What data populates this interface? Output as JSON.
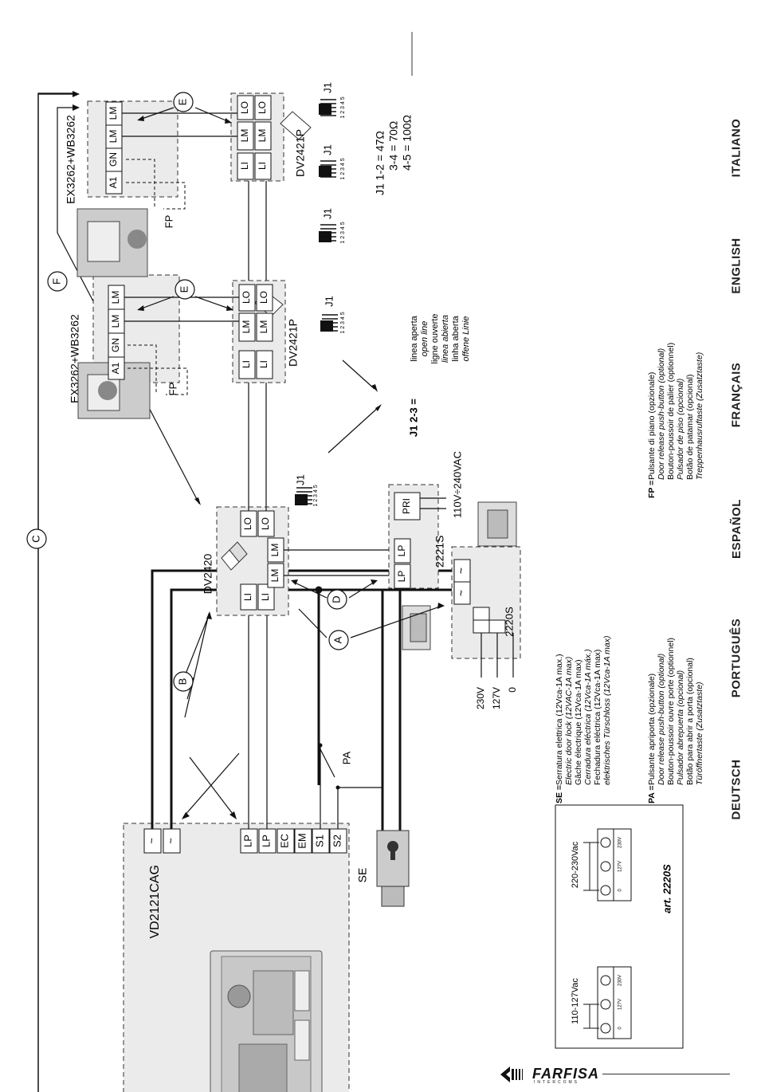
{
  "languages": [
    "ITALIANO",
    "ENGLISH",
    "FRANÇAIS",
    "ESPAÑOL",
    "PORTUGUÊS",
    "DEUTSCH"
  ],
  "devices": {
    "main_unit": "VD2121CAG",
    "distributor": "DV2420",
    "distributor_p1": "DV2421P",
    "distributor_p2": "DV2421P",
    "phone1": "EX3262+WB3262",
    "phone2": "EX3262+WB3262",
    "psu1": "2221S",
    "psu2": "2220S",
    "lock": "SE",
    "door_btn": "PA",
    "floor_btn1": "FP",
    "floor_btn2": "FP"
  },
  "terminals": {
    "main": [
      "~",
      "~",
      "LP",
      "LP",
      "EC",
      "EM",
      "S1",
      "S2"
    ],
    "dv2420_in": [
      "LI",
      "LI"
    ],
    "dv2420_out": [
      "LO",
      "LO"
    ],
    "dv2420_lm": [
      "LM",
      "LM"
    ],
    "dv2421_in": [
      "LI",
      "LI"
    ],
    "dv2421_lm": [
      "LM",
      "LM"
    ],
    "dv2421_out": [
      "LO",
      "LO"
    ],
    "phone": [
      "A1",
      "GN",
      "LM",
      "LM"
    ],
    "psu1_out": [
      "LP",
      "LP"
    ],
    "psu1_in": "PRI",
    "psu2_out": [
      "~",
      "~"
    ]
  },
  "letters": [
    "A",
    "B",
    "C",
    "D",
    "E",
    "F"
  ],
  "jumper": {
    "name": "J1",
    "pins": "1 2 3 4 5",
    "setting_23": "J1 2-3 = ",
    "open_line": [
      "linea aperta",
      "open line",
      "ligne ouverte",
      "linea abierta",
      "linha aberta",
      "offene Linie"
    ],
    "resistances": [
      "J1  1-2 = 47Ω",
      "3-4 = 70Ω",
      "4-5 = 100Ω"
    ]
  },
  "voltage": {
    "psu1_input": "110V÷240VAC",
    "psu2_taps": [
      "230V",
      "127V",
      "0"
    ]
  },
  "inset": {
    "label_low": "110-127Vac",
    "label_high": "220-230Vac",
    "taps": [
      "0",
      "127V",
      "230V"
    ],
    "caption": "art. 2220S"
  },
  "legend": {
    "SE": {
      "key": "SE = ",
      "lines": [
        "Serratura elettrica (12Vca-1A max.)",
        "Electric door lock (12VAC-1A max)",
        "Gâche électrique (12Vca-1A max)",
        "Cerradura eléctrica (12Vca-1A máx.)",
        "Fechadura eléctrica (12Vca-1A max)",
        "elektrisches Türschloss (12Vca-1A max)"
      ]
    },
    "PA": {
      "key": "PA = ",
      "lines": [
        "Pulsante apriporta (opzionale)",
        "Door release push-button (optional)",
        "Bouton-poussoir ouvre porte (optionnel)",
        "Pulsador abrepuerta (opcional)",
        "Botão para abrir a porta (opcional)",
        "Türöffnertaste (Zusatztaste)"
      ]
    },
    "FP": {
      "key": "FP = ",
      "lines": [
        "Pulsante di piano (opzionale)",
        "Door release push-button (optional)",
        "Bouton-poussoir de palier (optionnel)",
        "Pulsador de piso (opcional)",
        "Botão de patamar (opcional)",
        "Treppenhausruftaste (Zusatztaste)"
      ]
    }
  },
  "logo": {
    "brand": "FARFISA",
    "tagline": "INTERCOMS"
  }
}
